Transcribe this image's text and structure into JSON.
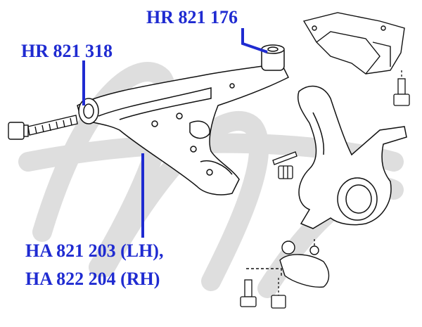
{
  "labels": {
    "bushing_top": "HR 821 176",
    "bushing_front": "HR 821 318",
    "arm_lh": "HA 821 203 (LH),",
    "arm_rh": "HA 822 204 (RH)"
  },
  "colors": {
    "label": "#1f2bd1",
    "linework": "#111111",
    "watermark": "#dcdcdc"
  }
}
